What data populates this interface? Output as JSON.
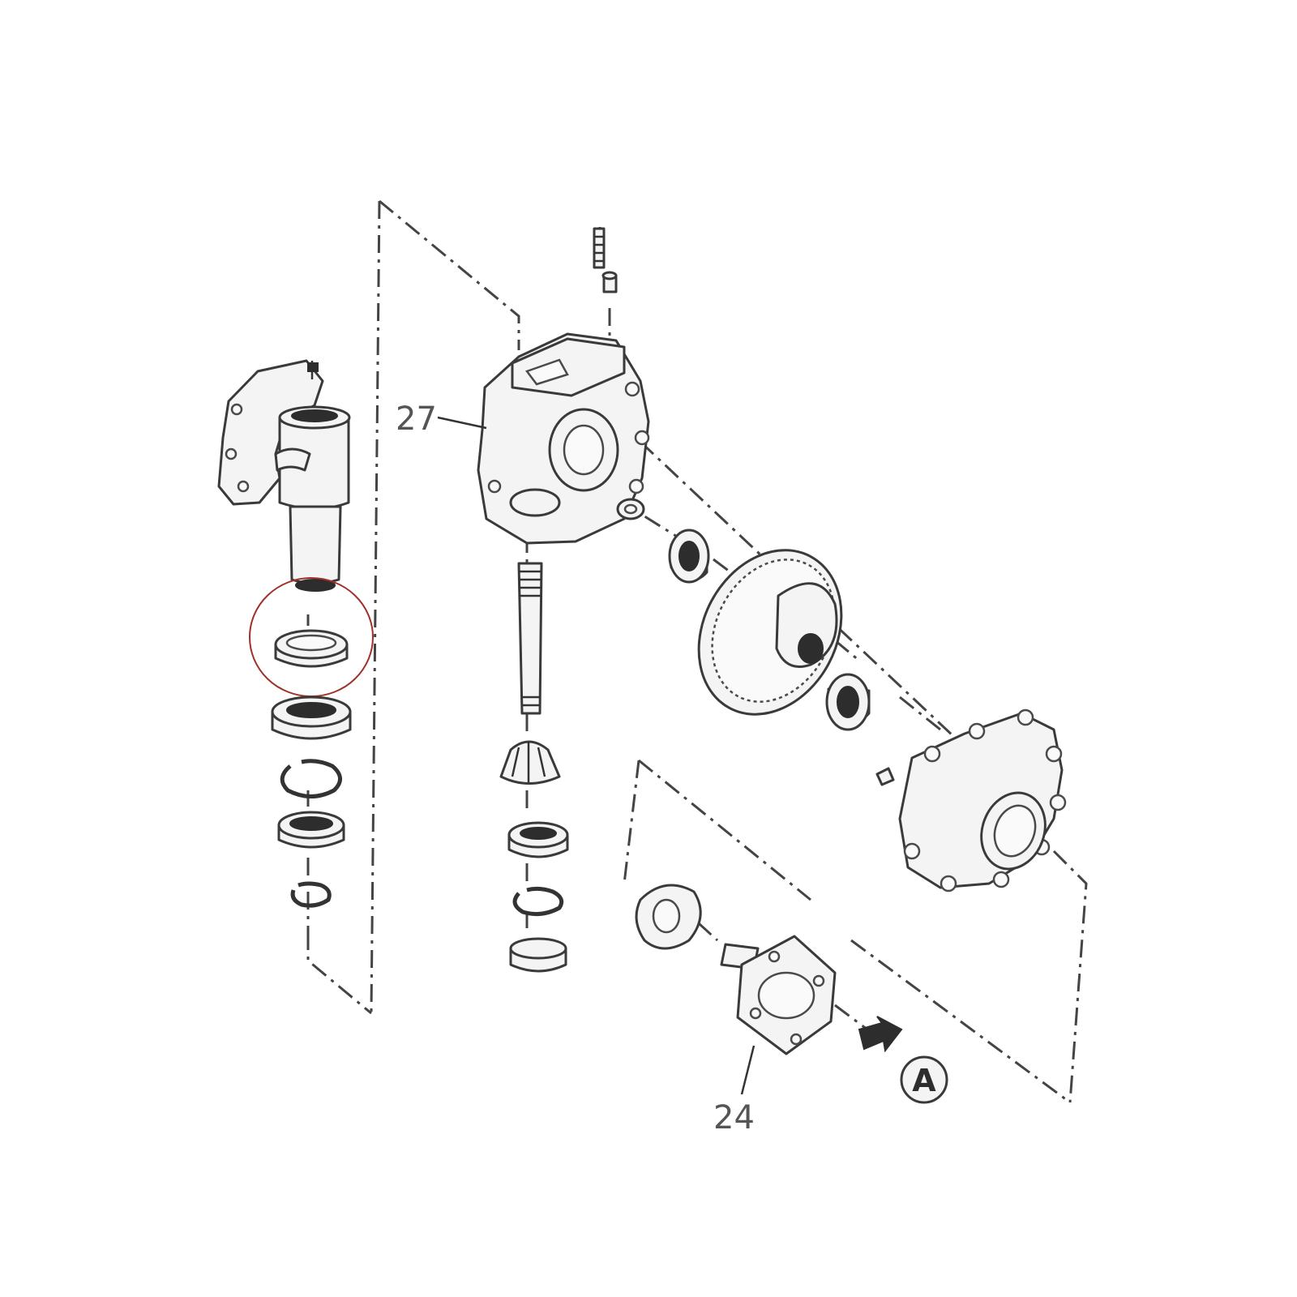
{
  "labels": {
    "housing_callout": "27",
    "flange_callout": "24",
    "view_marker": "A"
  },
  "colors": {
    "line": "#3a3a3a",
    "highlight_circle": "#a0302a",
    "background": "#ffffff"
  }
}
